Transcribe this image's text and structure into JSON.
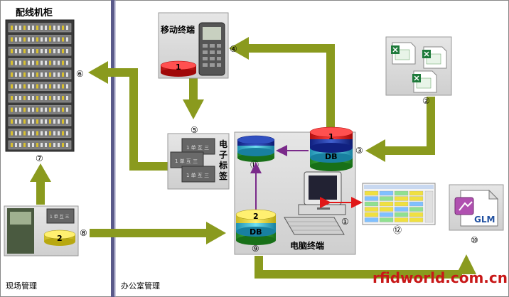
{
  "zones": {
    "left_label": "现场管理",
    "right_label": "办公室管理"
  },
  "nodes": {
    "cabinet": {
      "title": "配线机柜",
      "num": "⑥"
    },
    "mobile": {
      "title": "移动终端",
      "num": "④",
      "disk": "1"
    },
    "excel": {
      "num": "②"
    },
    "tags": {
      "title_chars": [
        "电",
        "子",
        "标",
        "签"
      ],
      "num": "⑤",
      "tag_text": "1 单 互 三"
    },
    "field": {
      "num": "⑦",
      "num2": "⑧",
      "disk": "2"
    },
    "computer": {
      "title": "电脑终端",
      "num": "①",
      "num_db2": "⑨",
      "num_db1": "③",
      "num_stack": "⑪"
    },
    "db1": {
      "top": "1",
      "label": "DB"
    },
    "db2": {
      "top": "2",
      "label": "DB"
    },
    "screen": {
      "num": "⑫"
    },
    "glm": {
      "label": "GLM",
      "num": "⑩"
    }
  },
  "watermark": "rfidworld.com.cn",
  "colors": {
    "arrow": "#8a9a1e",
    "divider": "#5a5a8a",
    "box": "#d8d8d8",
    "red": "#e02020",
    "yellow": "#f0e040",
    "blue": "#2040b0",
    "cyan": "#40c8e0",
    "green": "#40b040"
  }
}
